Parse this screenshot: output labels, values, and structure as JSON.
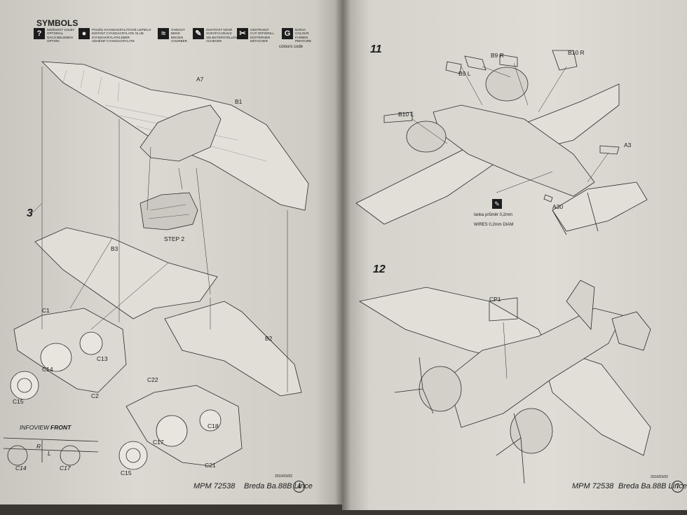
{
  "symbols": {
    "title": "SYMBOLS",
    "items": [
      {
        "icon": "question-mark-icon",
        "glyph": "?",
        "lines": "MOŽNOST VOLBY\nOPTIONAL\nNACH BELIEBEN\nOPTION"
      },
      {
        "icon": "glue-drop-icon",
        "glyph": "●",
        "lines": "POUŽIJ KYANOAKRYLÁTOVÉ LEPIDLO\nINSTANT CYANOACRYLATE GLUE\nZYANOAKRYLATKLEBER\nADHÉSIF CYANOACRYLATE"
      },
      {
        "icon": "bend-out-icon",
        "glyph": "≈",
        "lines": "OHNOUT\nBEND\nBIEGEN\nCOURBER"
      },
      {
        "icon": "scratch-build-icon",
        "glyph": "✎",
        "lines": "ZHOTOVIT NOVÉ\nSCRATCH BUILD\nSELBSTERSTELLEN\nACHEVER"
      },
      {
        "icon": "cut-off-icon",
        "glyph": "✂",
        "lines": "ODSTRANIT\nCUT OFF/DRILL\nENTFERNEN\nDÉTACHER"
      },
      {
        "icon": "colour-code-icon",
        "glyph": "G",
        "lines": "BARVA\nCOLOUR\nFARBEN\nPEINTURE"
      }
    ],
    "colour_code_label": "colours code"
  },
  "left_page": {
    "step": "3",
    "parts": [
      "A7",
      "B1",
      "B3",
      "B2",
      "C1",
      "C13",
      "C14",
      "C2",
      "C15",
      "C22",
      "C18",
      "C17",
      "C21",
      "C15"
    ],
    "step_ref": "STEP 2",
    "infoview": "INFOVIEW",
    "front": "FRONT",
    "r": "R",
    "l": "L",
    "inset_c14": "C14",
    "inset_c17": "C17",
    "date_code": "2010/03/02",
    "footer_code": "MPM 72538",
    "footer_title": "Breda Ba.88B Lince",
    "page_number": "4"
  },
  "right_page": {
    "step11": "11",
    "step12": "12",
    "parts11": [
      "B9 R",
      "B10 R",
      "B9 L",
      "B10 L",
      "A3",
      "A30"
    ],
    "wire_note_cz": "lanka průměr 0,2mm",
    "wire_note_en": "WIRES 0,2mm DIAM",
    "part12": "CP1",
    "date_code": "2010/03/02",
    "footer_code": "MPM 72538",
    "footer_title": "Breda Ba.88B Lince",
    "page_number": "7"
  }
}
